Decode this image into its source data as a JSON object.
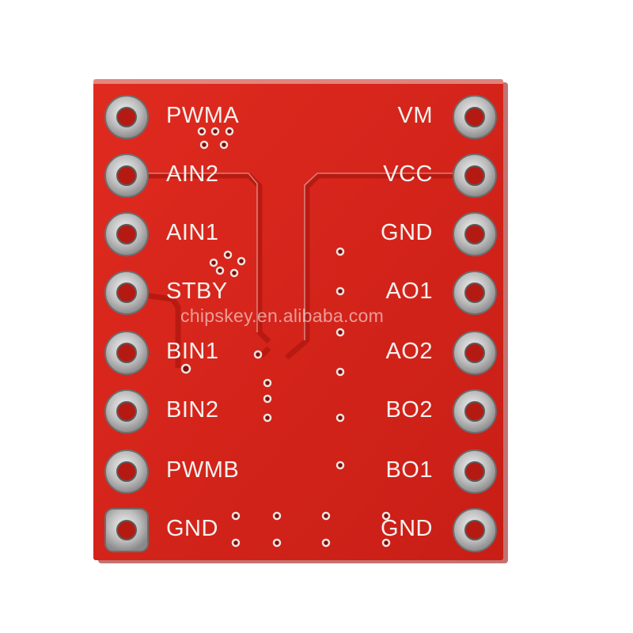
{
  "board": {
    "pcb_color": "#d8261c",
    "silkscreen_color": "#f4f1ee",
    "pad_color": "#c9c9c9"
  },
  "left_pins": [
    "PWMA",
    "AIN2",
    "AIN1",
    "STBY",
    "BIN1",
    "BIN2",
    "PWMB",
    "GND"
  ],
  "right_pins": [
    "VM",
    "VCC",
    "GND",
    "AO1",
    "AO2",
    "BO2",
    "BO1",
    "GND"
  ],
  "watermark": "chipskey.en.alibaba.com"
}
